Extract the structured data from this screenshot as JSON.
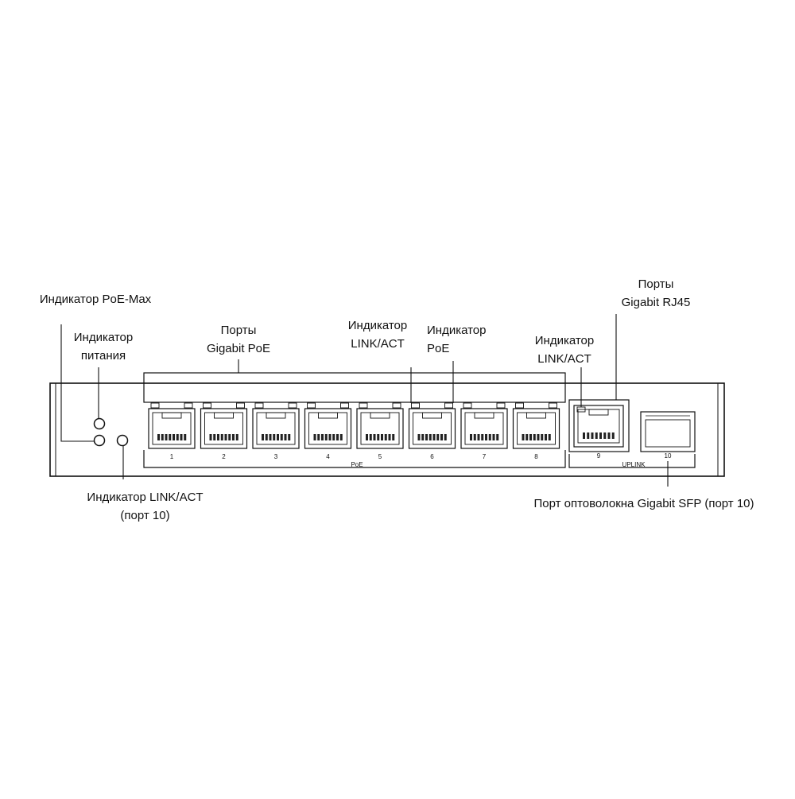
{
  "callouts": {
    "poe_max_indicator": "Индикатор PoE-Max",
    "power_indicator": [
      "Индикатор",
      "питания"
    ],
    "gigabit_poe_ports": [
      "Порты",
      "Gigabit PoE"
    ],
    "link_act_indicator_poe": [
      "Индикатор",
      "LINK/ACT"
    ],
    "poe_indicator": [
      "Индикатор",
      "PoE"
    ],
    "link_act_indicator_uplink": [
      "Индикатор",
      "LINK/ACT"
    ],
    "gigabit_rj45_ports": [
      "Порты",
      "Gigabit RJ45"
    ],
    "link_act_indicator_port10": [
      "Индикатор LINK/ACT",
      "(порт 10)"
    ],
    "sfp_port": "Порт оптоволокна Gigabit SFP (порт 10)"
  },
  "panel": {
    "poe_port_numbers": [
      "1",
      "2",
      "3",
      "4",
      "5",
      "6",
      "7",
      "8"
    ],
    "poe_group_label": "PoE",
    "uplink_port_number": "9",
    "sfp_port_number": "10",
    "uplink_group_label": "UPLINK"
  }
}
